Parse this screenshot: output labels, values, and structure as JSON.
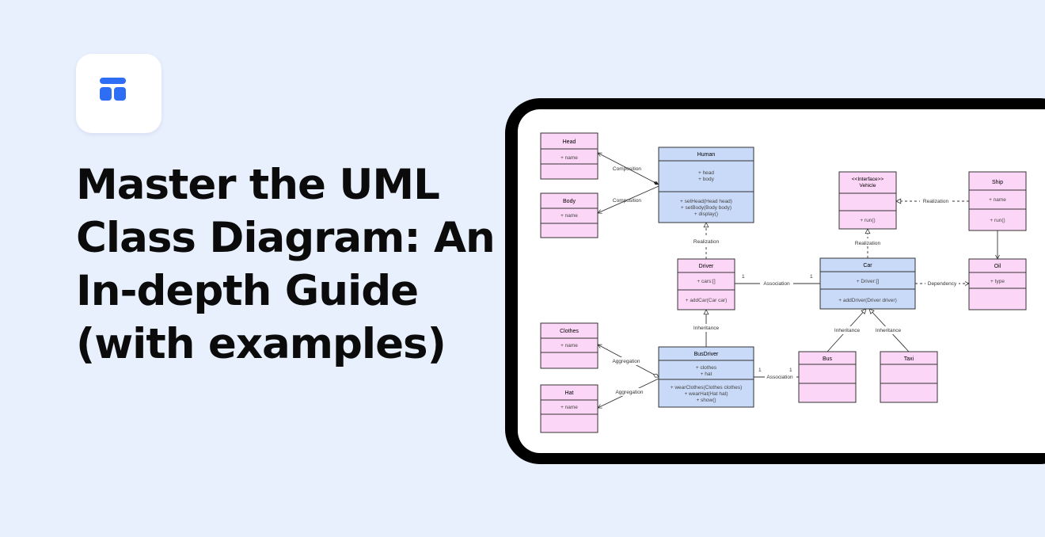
{
  "headline": {
    "line1": "Master the UML",
    "line2": "Class Diagram: An",
    "line3": "In-depth Guide",
    "line4": "(with examples)"
  },
  "colors": {
    "background": "#e9f0fd",
    "brand": "#2d6ef5",
    "class_blue": "#c9daf8",
    "class_pink": "#fcd6f6"
  },
  "icons": {
    "logo": "layout-logo-icon"
  },
  "diagram": {
    "classes": {
      "head": {
        "name": "Head",
        "attrs": [
          "+ name"
        ]
      },
      "body": {
        "name": "Body",
        "attrs": [
          "+ name"
        ]
      },
      "human": {
        "name": "Human",
        "attrs": [
          "+ head",
          "+ body"
        ],
        "ops": [
          "+ setHead(Head head)",
          "+ setBody(Body body)",
          "+ display()"
        ]
      },
      "vehicle": {
        "stereotype": "<<Interface>>",
        "name": "Vehicle",
        "ops": [
          "+ run()"
        ]
      },
      "ship": {
        "name": "Ship",
        "attrs": [
          "+ name"
        ],
        "ops": [
          "+ run()"
        ]
      },
      "driver": {
        "name": "Driver",
        "attrs": [
          "+ cars:[]"
        ],
        "ops": [
          "+ addCar(Car car)"
        ]
      },
      "car": {
        "name": "Car",
        "attrs": [
          "+ Driver:[]"
        ],
        "ops": [
          "+ addDriver(Driver driver)"
        ]
      },
      "oil": {
        "name": "Oil",
        "attrs": [
          "+ type"
        ]
      },
      "clothes": {
        "name": "Clothes",
        "attrs": [
          "+ name"
        ]
      },
      "busdriver": {
        "name": "BusDriver",
        "attrs": [
          "+ clothes",
          "+ hat"
        ],
        "ops": [
          "+ wearClothes(Clothes clothes)",
          "+ wearHat(Hat hat)",
          "+ show()"
        ]
      },
      "bus": {
        "name": "Bus"
      },
      "taxi": {
        "name": "Taxi"
      },
      "hat": {
        "name": "Hat",
        "attrs": [
          "+ name"
        ]
      }
    },
    "relations": {
      "composition_head": "Composition",
      "composition_body": "Composition",
      "realization_driver": "Realization",
      "realization_car": "Realization",
      "realization_ship": "Realization",
      "association_driver_car": "Association",
      "dependency_car_oil": "Dependency",
      "inheritance_busdriver": "Inheritance",
      "inheritance_bus": "Inheritance",
      "inheritance_taxi": "Inheritance",
      "aggregation_clothes": "Aggregation",
      "aggregation_hat": "Aggregation",
      "association_busdriver_bus": "Association"
    },
    "multiplicities": {
      "driver_side": "1",
      "car_side": "1",
      "busdriver_side": "1",
      "bus_side": "1"
    }
  }
}
